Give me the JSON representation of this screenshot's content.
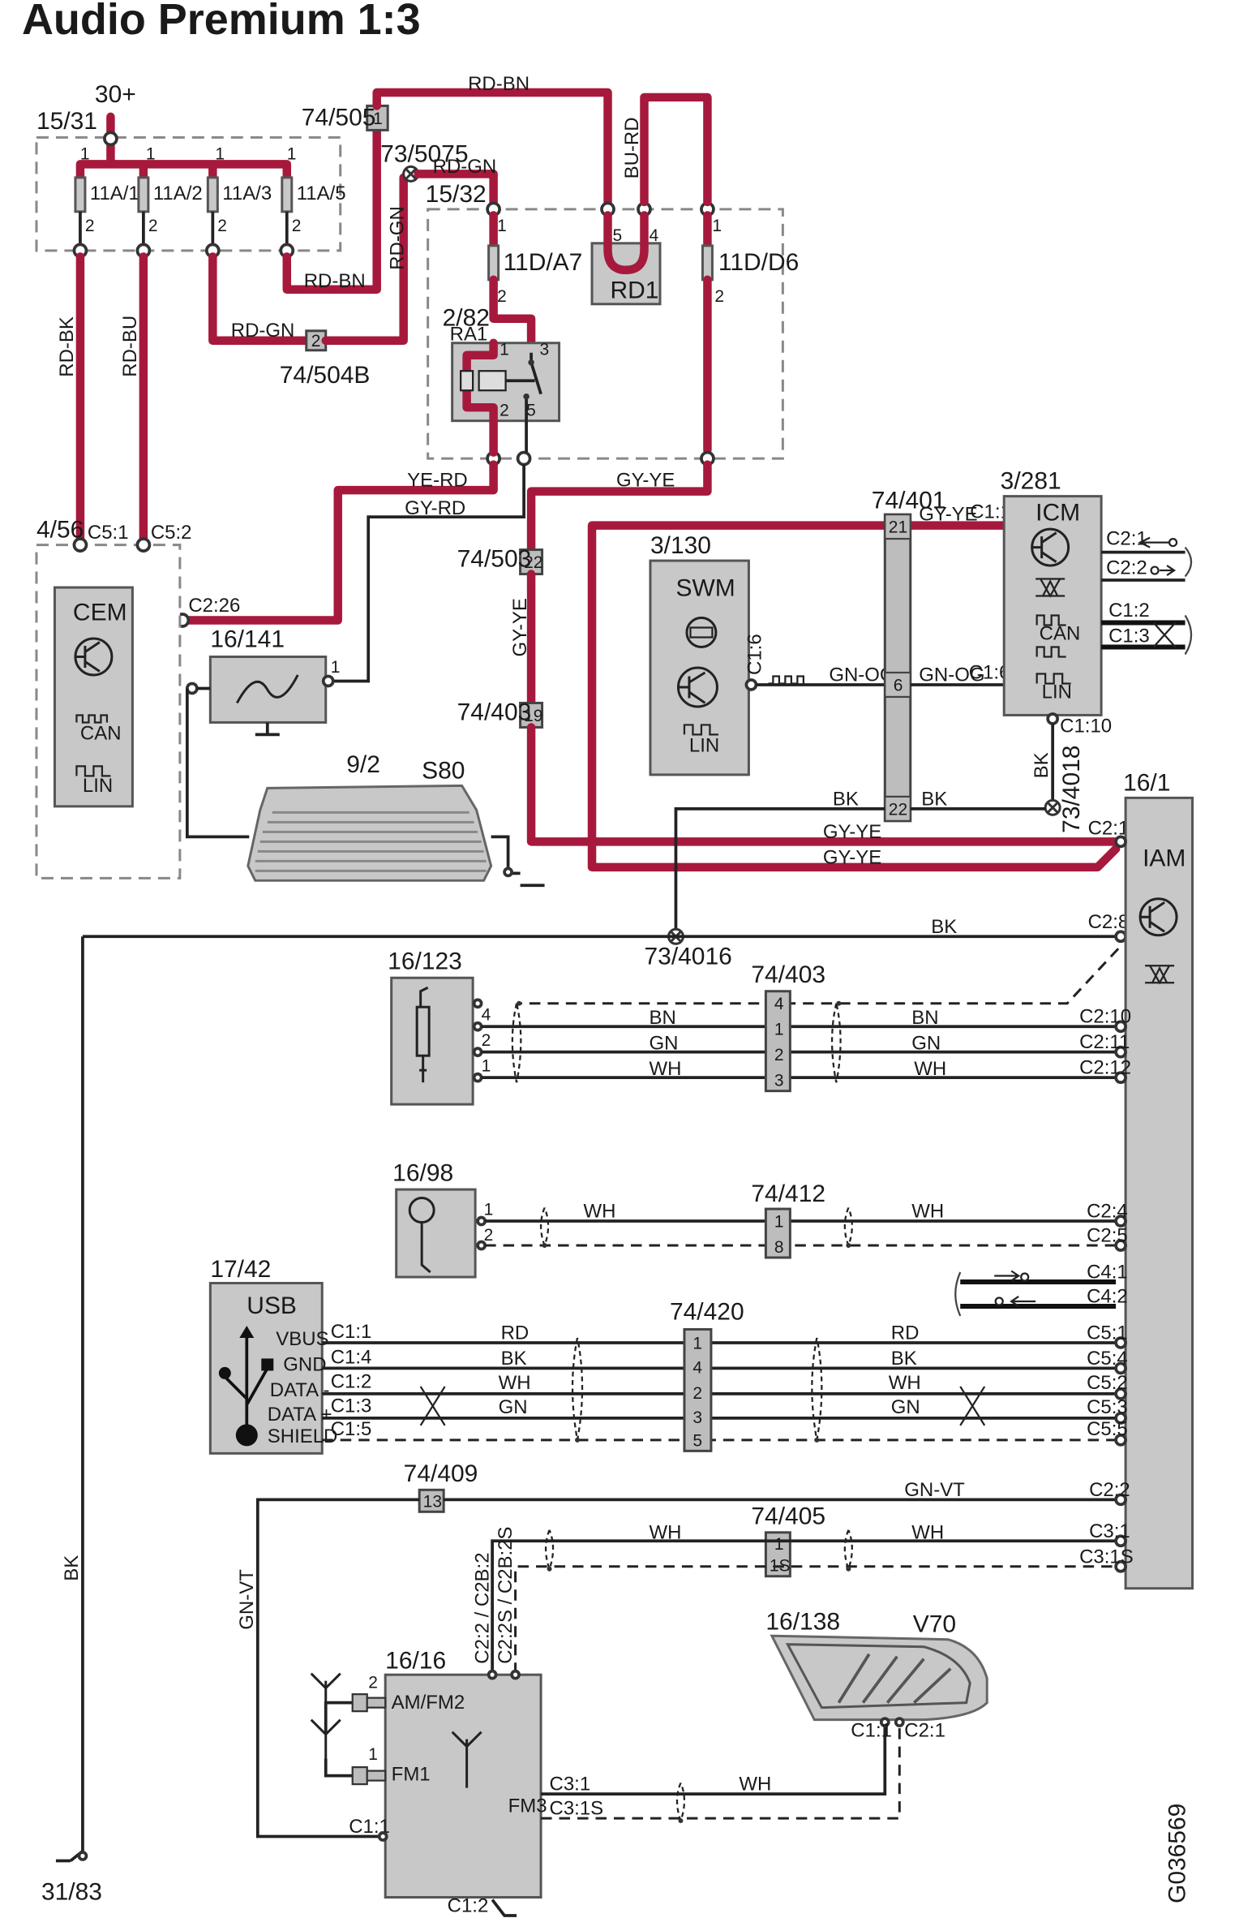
{
  "title": "Audio Premium 1:3",
  "drawing_id": "G036569",
  "components": {
    "supply": "30+",
    "fusebox": "15/31",
    "fuses": [
      "11A/1",
      "11A/2",
      "11A/3",
      "11A/5"
    ],
    "fusebox2": "15/32",
    "fuse_a7": "11D/A7",
    "fuse_d6": "11D/D6",
    "rd1": "RD1",
    "relay": "2/82",
    "relay_name": "RA1",
    "splice_5075": "73/5075",
    "conn_505": "74/505",
    "conn_504b": "74/504B",
    "conn_503": "74/503",
    "conn_403_top": "74/403",
    "conn_401": "74/401",
    "cem": "4/56",
    "cem_name": "CEM",
    "dmb_filter": "16/141",
    "rear_window": "9/2",
    "rear_window_model": "S80",
    "swm": "3/130",
    "swm_name": "SWM",
    "icm": "3/281",
    "icm_name": "ICM",
    "splice_4018": "73/4018",
    "splice_4016": "73/4016",
    "iam": "16/1",
    "iam_name": "IAM",
    "aux": "16/123",
    "conn_403_aux": "74/403",
    "mic": "16/98",
    "conn_412": "74/412",
    "usb": "17/42",
    "usb_name": "USB",
    "conn_420": "74/420",
    "conn_409": "74/409",
    "conn_405": "74/405",
    "antenna_amp": "16/16",
    "side_window": "16/138",
    "side_window_model": "V70",
    "ground": "31/83"
  },
  "wire_colors": {
    "rd_bn": "RD-BN",
    "rd_gn": "RD-GN",
    "bu_rd": "BU-RD",
    "rd_bk": "RD-BK",
    "rd_bu": "RD-BU",
    "ye_rd": "YE-RD",
    "gy_rd": "GY-RD",
    "gy_ye": "GY-YE",
    "gn_og": "GN-OG",
    "bk": "BK",
    "bn": "BN",
    "gn": "GN",
    "wh": "WH",
    "rd": "RD",
    "gn_vt": "GN-VT"
  },
  "pins": {
    "cem_c51": "C5:1",
    "cem_c52": "C5:2",
    "cem_c226": "C2:26",
    "swm_c16": "C1:6",
    "icm_c11": "C1:1",
    "icm_c16": "C1:6",
    "icm_c110": "C1:10",
    "icm_c21": "C2:1",
    "icm_c22": "C2:2",
    "icm_c12": "C1:2",
    "icm_c13": "C1:3",
    "iam_c21": "C2:1",
    "iam_c28": "C2:8",
    "iam_c210": "C2:10",
    "iam_c211": "C2:11",
    "iam_c212": "C2:12",
    "iam_c24": "C2:4",
    "iam_c25": "C2:5",
    "iam_c41": "C4:1",
    "iam_c42": "C4:2",
    "iam_c51": "C5:1",
    "iam_c54": "C5:4",
    "iam_c52": "C5:2",
    "iam_c53": "C5:3",
    "iam_c55": "C5:5",
    "iam_c22": "C2:2",
    "iam_c31": "C3:1",
    "iam_c31s": "C3:1S",
    "usb_c11": "C1:1",
    "usb_c14": "C1:4",
    "usb_c12": "C1:2",
    "usb_c13": "C1:3",
    "usb_c15": "C1:5",
    "usb_vbus": "VBUS",
    "usb_gnd": "GND",
    "usb_dm": "DATA -",
    "usb_dp": "DATA +",
    "usb_shield": "SHIELD",
    "amp_amfm2": "AM/FM2",
    "amp_fm1": "FM1",
    "amp_fm3": "FM3",
    "amp_c31": "C3:1",
    "amp_c31s": "C3:1S",
    "amp_c11": "C1:1",
    "amp_c12": "C1:2",
    "amp_c22": "C2:2 / C2B:2",
    "amp_c22s": "C2:2S / C2B:2S",
    "win_c11": "C1:1",
    "win_c21": "C2:1"
  },
  "symbols": {
    "can": "CAN",
    "lin": "LIN"
  },
  "numbers": {
    "n1": "1",
    "n2": "2",
    "n3": "3",
    "n4": "4",
    "n5": "5",
    "n6": "6",
    "n8": "8",
    "n13": "13",
    "n19": "19",
    "n21": "21",
    "n22": "22",
    "n1s": "1S"
  },
  "colors": {
    "supply_wire": "#a6193c",
    "component_fill": "#c8c8c8",
    "line": "#222222"
  }
}
